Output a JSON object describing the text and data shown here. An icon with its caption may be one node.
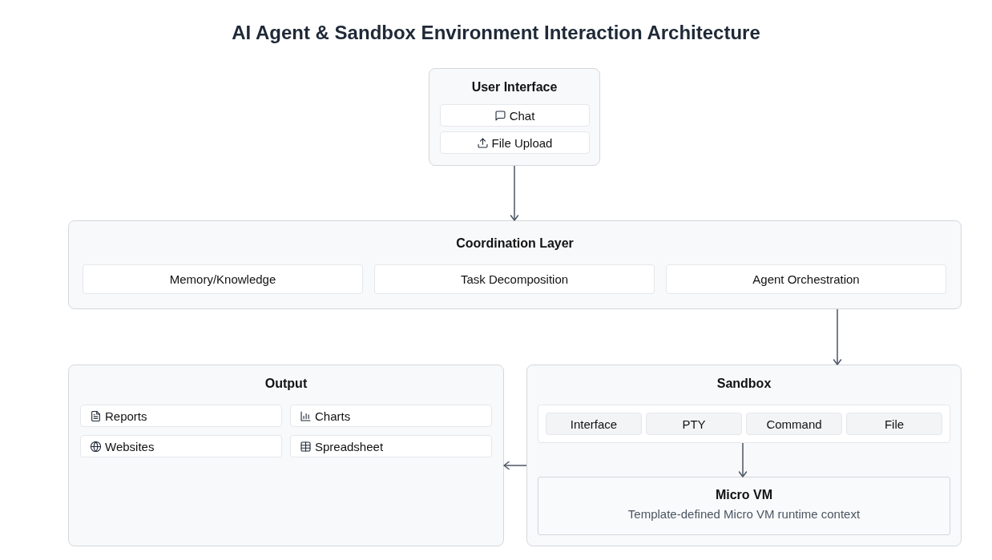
{
  "diagram": {
    "title": "AI Agent & Sandbox Environment Interaction Architecture",
    "nodes": [
      {
        "text": [
          "User Interface"
        ]
      },
      {
        "text": [
          "Chat"
        ],
        "in": 0
      },
      {
        "text": [
          "File Upload"
        ],
        "in": 0
      },
      {
        "text": [
          "Coordination Layer"
        ]
      },
      {
        "text": [
          "Memory/Knowledge"
        ],
        "in": 3
      },
      {
        "text": [
          "Task Decomposition"
        ],
        "in": 3
      },
      {
        "text": [
          "Agent Orchestration"
        ],
        "in": 3
      },
      {
        "text": [
          "Output"
        ]
      },
      {
        "text": [
          "Reports"
        ],
        "in": 7
      },
      {
        "text": [
          "Charts"
        ],
        "in": 7
      },
      {
        "text": [
          "Websites"
        ],
        "in": 7
      },
      {
        "text": [
          "Spreadsheet"
        ],
        "in": 7
      },
      {
        "text": [
          "Sandbox"
        ]
      },
      {
        "text": [],
        "shape": "box",
        "in": 12
      },
      {
        "text": [
          "Interface"
        ],
        "in": 13
      },
      {
        "text": [
          "PTY"
        ],
        "in": 13
      },
      {
        "text": [
          "Command"
        ],
        "in": 13
      },
      {
        "text": [
          "File"
        ],
        "in": 13
      },
      {
        "text": [
          "Micro VM",
          "Template-defined Micro VM runtime context"
        ],
        "in": 12
      }
    ],
    "edges": [
      {
        "from": 0,
        "to": 3,
        "arrow": "to"
      },
      {
        "from": 3,
        "to": 12,
        "arrow": "to"
      },
      {
        "from": 13,
        "to": 18,
        "arrow": "to"
      },
      {
        "from": 12,
        "to": 7,
        "arrow": "to"
      }
    ]
  }
}
